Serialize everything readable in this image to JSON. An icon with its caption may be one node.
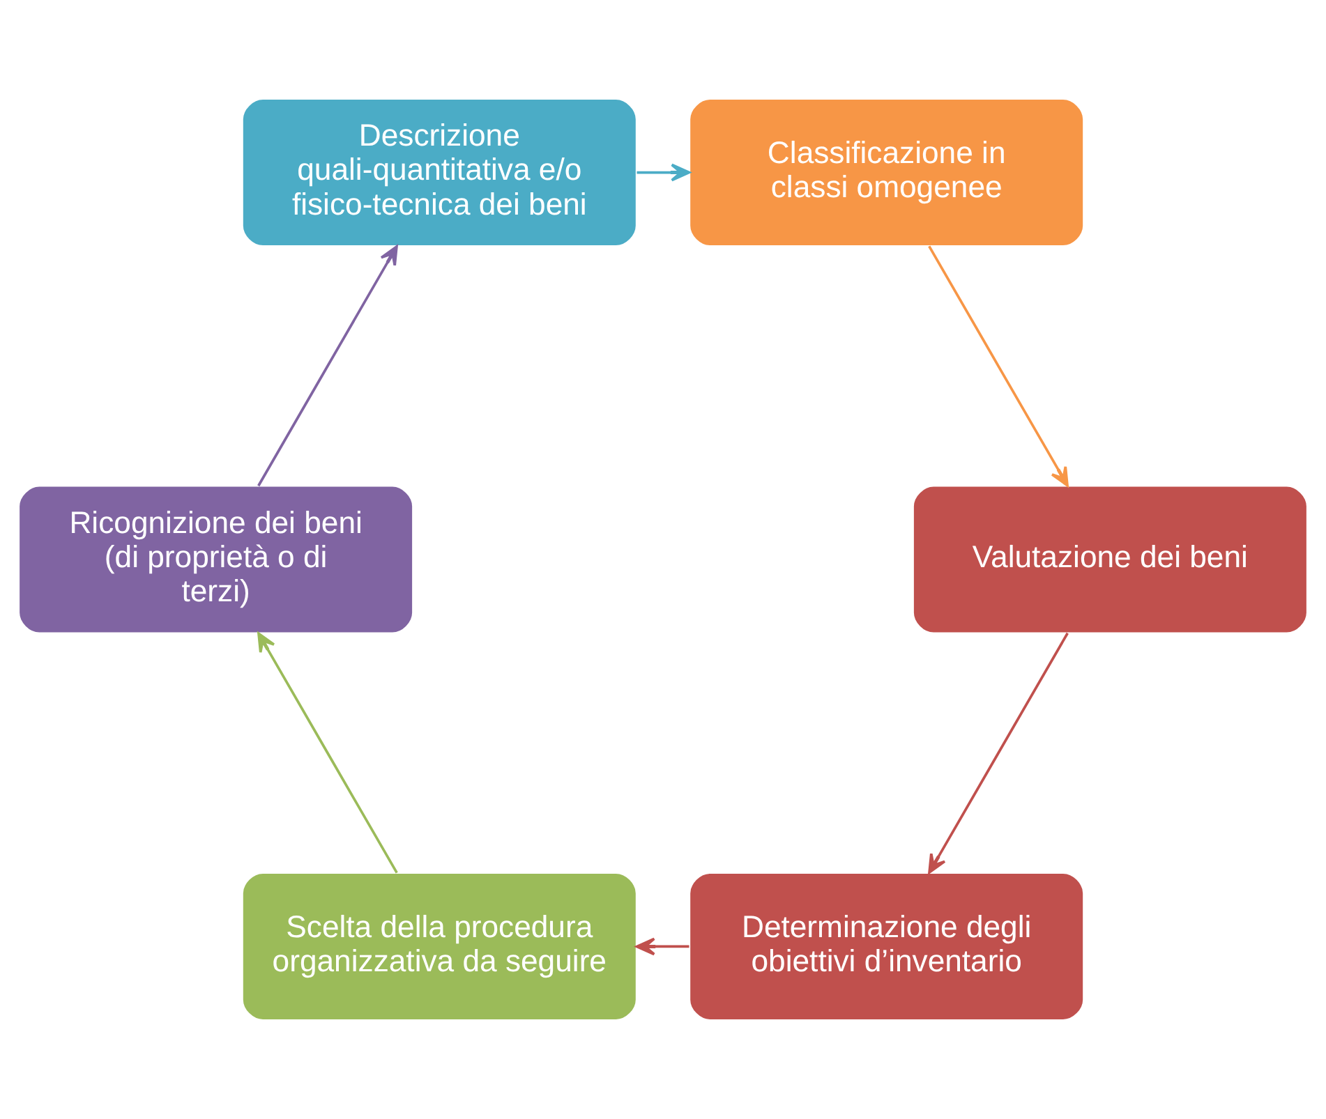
{
  "diagram": {
    "nodes": [
      {
        "text": [
          "Determinazione degli obiettivi d’inventario"
        ]
      },
      {
        "text": [
          "Scelta della procedura organizzativa da seguire"
        ]
      },
      {
        "text": [
          "Ricognizione dei beni (di proprietà o di terzi)"
        ]
      },
      {
        "text": [
          "Descrizione quali-quantitativa e/o fisico-tecnica dei beni"
        ]
      },
      {
        "text": [
          "Classificazione in classi omogenee"
        ]
      },
      {
        "text": [
          "Valutazione dei beni"
        ]
      }
    ],
    "edges": [
      {
        "from": 0,
        "to": 1,
        "arrow": "to",
        "color": "#c0504d"
      },
      {
        "from": 1,
        "to": 2,
        "arrow": "to",
        "color": "#9bbb59"
      },
      {
        "from": 2,
        "to": 3,
        "arrow": "to",
        "color": "#8064a2"
      },
      {
        "from": 3,
        "to": 4,
        "arrow": "to",
        "color": "#4bacc6"
      },
      {
        "from": 4,
        "to": 5,
        "arrow": "to",
        "color": "#f79646"
      },
      {
        "from": 5,
        "to": 0,
        "arrow": "to",
        "color": "#c0504d"
      }
    ]
  }
}
